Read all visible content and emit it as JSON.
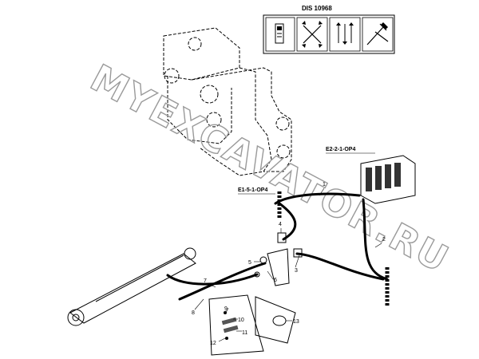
{
  "drawing_code": "DIS 10968",
  "watermark": "MYEXCAVATOR.RU",
  "references": {
    "e2": "E2-2-1-OP4",
    "e1": "E1-5-1-OP4"
  },
  "part_numbers": [
    "1",
    "2",
    "3",
    "4",
    "5",
    "6",
    "7",
    "8",
    "9",
    "10",
    "11",
    "12",
    "13"
  ],
  "icons": [
    "operator-manual-icon",
    "hydraulic-arrows-icon",
    "control-pattern-icon",
    "hammer-tool-icon"
  ]
}
